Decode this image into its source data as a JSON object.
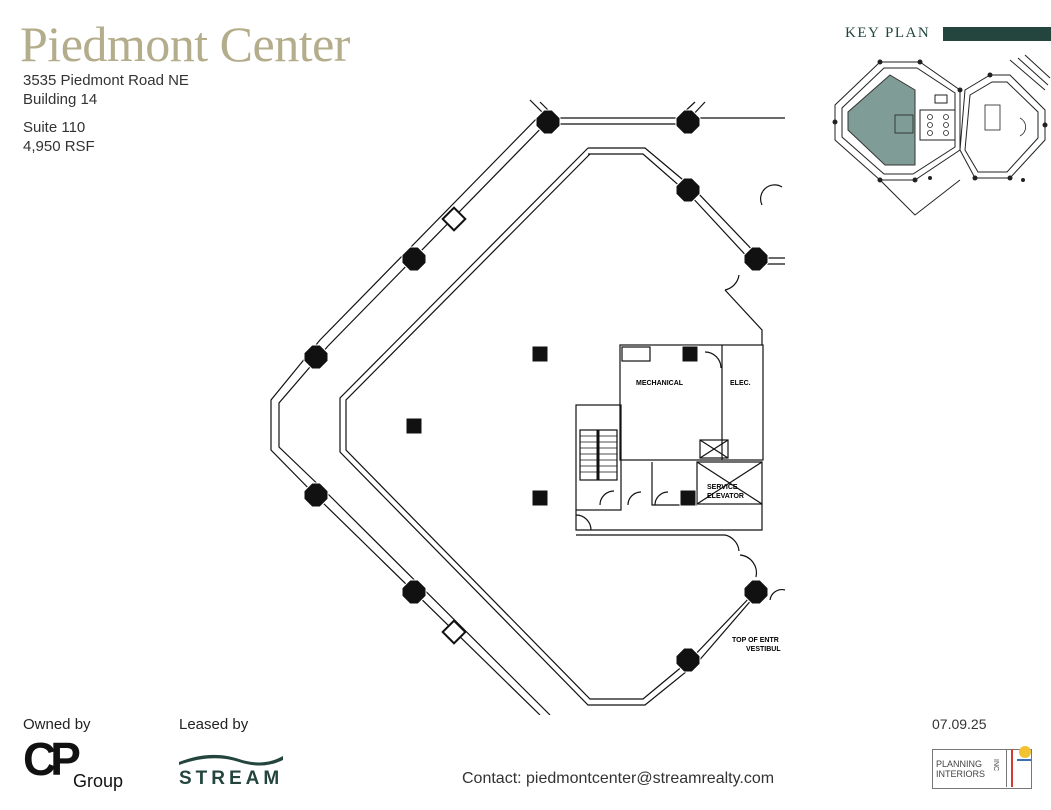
{
  "header": {
    "title": "Piedmont Center",
    "address": "3535 Piedmont Road NE",
    "building": "Building 14",
    "suite": "Suite 110",
    "area": "4,950 RSF"
  },
  "key_plan": {
    "label": "KEY PLAN"
  },
  "rooms": {
    "mechanical": "MECHANICAL",
    "elec": "ELEC.",
    "service_1": "SERVICE",
    "service_2": "ELEVATOR",
    "vest_1": "TOP OF ENTR",
    "vest_2": "VESTIBUL"
  },
  "footer": {
    "owned_by": "Owned by",
    "leased_by": "Leased by",
    "owner_logo_main": "CP",
    "owner_logo_sub": "Group",
    "lessor_logo": "STREAM",
    "contact": "Contact: piedmontcenter@streamrealty.com",
    "date": "07.09.25",
    "planner_1": "PLANNING",
    "planner_2": "INTERIORS",
    "planner_3": "INC"
  },
  "colors": {
    "title": "#b4ad8c",
    "key_plan": "#23453e",
    "suite_highlight": "#7f9d96"
  }
}
